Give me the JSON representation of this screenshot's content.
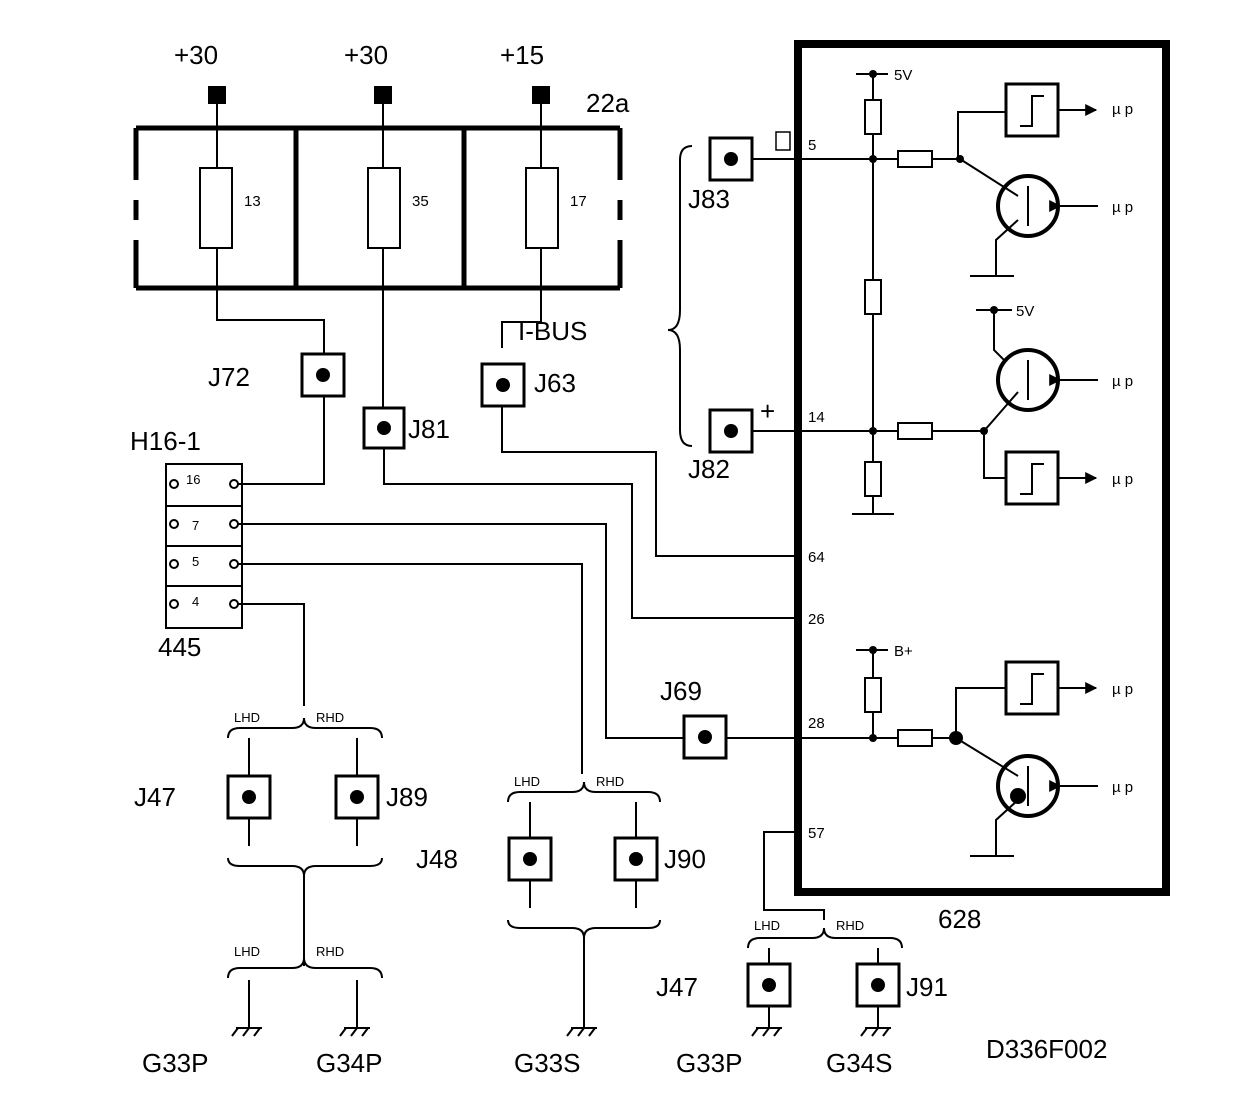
{
  "supply": {
    "s1": "+30",
    "s2": "+30",
    "s3": "+15"
  },
  "fusebox": {
    "label": "22a",
    "f1": "13",
    "f2": "35",
    "f3": "17"
  },
  "bus_label": "I-BUS",
  "connectors": {
    "j72": "J72",
    "j81": "J81",
    "j63": "J63",
    "j83": "J83",
    "j82": "J82",
    "j69": "J69",
    "j47a": "J47",
    "j89": "J89",
    "j48": "J48",
    "j90": "J90",
    "j47b": "J47",
    "j91": "J91"
  },
  "plug": {
    "name": "H16-1",
    "number": "445",
    "pins": [
      "16",
      "7",
      "5",
      "4"
    ]
  },
  "module": {
    "number": "628",
    "pins": {
      "p5": "5",
      "p14": "14",
      "p64": "64",
      "p26": "26",
      "p28": "28",
      "p57": "57"
    },
    "supply_5v_a": "5V",
    "supply_5v_b": "5V",
    "supply_bplus": "B+",
    "mp_outputs": [
      "µ p",
      "µ p",
      "µ p",
      "µ p",
      "µ p",
      "µ p"
    ],
    "sign_plus": "+",
    "sign_square": "□"
  },
  "variants": {
    "lhd": "LHD",
    "rhd": "RHD"
  },
  "grounds": {
    "g1": "G33P",
    "g2": "G34P",
    "g3": "G33S",
    "g4": "G33P",
    "g5": "G34S"
  },
  "drawing_id": "D336F002"
}
